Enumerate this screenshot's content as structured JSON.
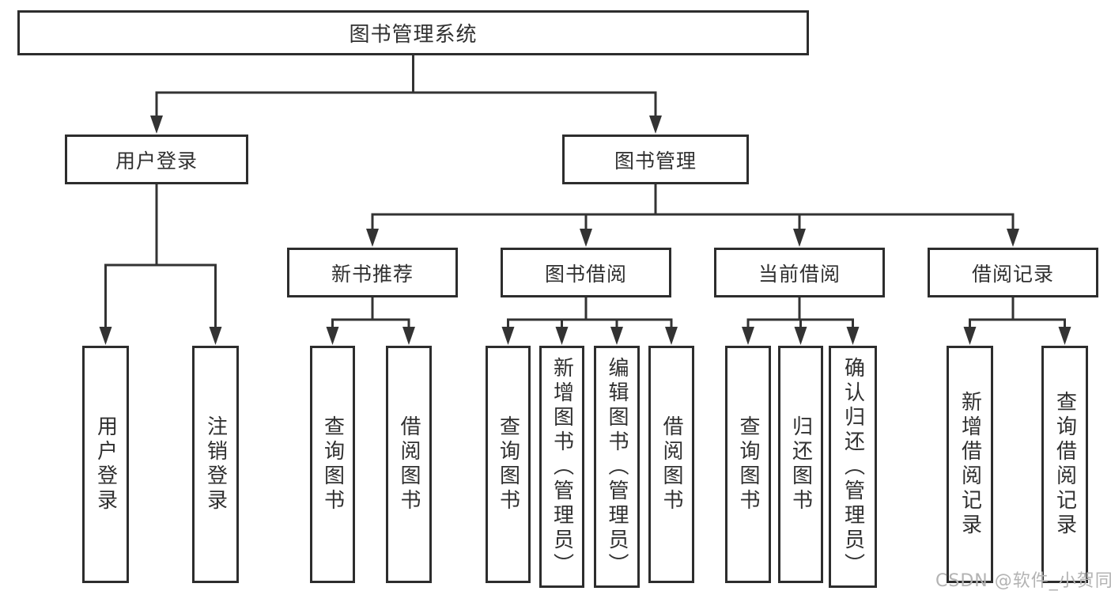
{
  "tree": {
    "label": "图书管理系统",
    "children": [
      {
        "label": "用户登录",
        "children": [
          {
            "label": "用户登录"
          },
          {
            "label": "注销登录"
          }
        ]
      },
      {
        "label": "图书管理",
        "children": [
          {
            "label": "新书推荐",
            "children": [
              {
                "label": "查询图书"
              },
              {
                "label": "借阅图书"
              }
            ]
          },
          {
            "label": "图书借阅",
            "children": [
              {
                "label": "查询图书"
              },
              {
                "label": "新增图书（管理员）"
              },
              {
                "label": "编辑图书（管理员）"
              },
              {
                "label": "借阅图书"
              }
            ]
          },
          {
            "label": "当前借阅",
            "children": [
              {
                "label": "查询图书"
              },
              {
                "label": "归还图书"
              },
              {
                "label": "确认归还（管理员）"
              }
            ]
          },
          {
            "label": "借阅记录",
            "children": [
              {
                "label": "新增借阅记录"
              },
              {
                "label": "查询借阅记录"
              }
            ]
          }
        ]
      }
    ]
  },
  "watermark": {
    "text": "CSDN @软件_小贺同学"
  },
  "colors": {
    "line": "#333333",
    "box_border": "#2d2d2d",
    "box_fill": "#ffffff",
    "text": "#303030",
    "watermark": "#b3b3b3",
    "background": "#ffffff"
  }
}
